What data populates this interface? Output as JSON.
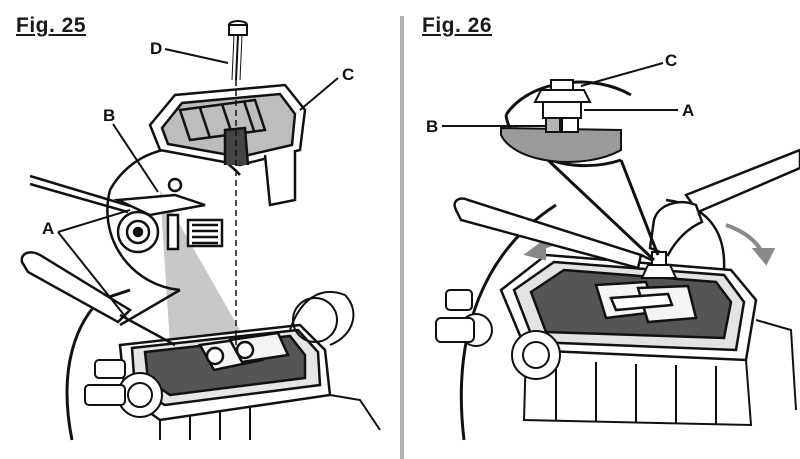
{
  "figures": [
    {
      "title": "Fig. 25",
      "callouts": {
        "a": "A",
        "b": "B",
        "c": "C",
        "d": "D"
      }
    },
    {
      "title": "Fig. 26",
      "callouts": {
        "a": "A",
        "b": "B",
        "c": "C"
      }
    }
  ],
  "colors": {
    "line": "#111111",
    "shadow": "#bdbdbd",
    "mid_gray": "#8c8c8c",
    "dark": "#2a2a2a",
    "divider": "#b0b0b0"
  }
}
